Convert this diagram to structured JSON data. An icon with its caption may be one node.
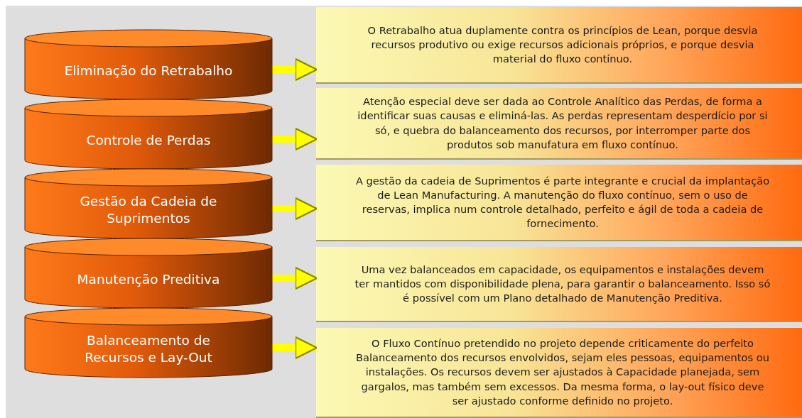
{
  "diagram": {
    "nodes": [
      {
        "text": [
          "Eliminação do Retrabalho"
        ]
      },
      {
        "text": [
          "Controle de Perdas"
        ]
      },
      {
        "text": [
          "Gestão da Cadeia de Suprimentos"
        ]
      },
      {
        "text": [
          "Manutenção Preditiva"
        ]
      },
      {
        "text": [
          "Balanceamento de Recursos e Lay-Out"
        ]
      },
      {
        "text": [
          "O Retrabalho atua duplamente contra os princípios de Lean, porque desvia recursos produtivo ou exige recursos adicionais próprios, e porque desvia material do fluxo contínuo."
        ]
      },
      {
        "text": [
          "Atenção especial deve ser dada ao Controle Analítico das Perdas, de forma a identificar suas causas e eliminá-las. As perdas representam desperdício por si só, e quebra do balanceamento dos recursos, por interromper parte dos produtos sob manufatura em fluxo contínuo."
        ]
      },
      {
        "text": [
          "A gestão da cadeia de Suprimentos é parte integrante e crucial da implantação de Lean Manufacturing. A manutenção do fluxo contínuo, sem o uso de reservas, implica num controle detalhado, perfeito e ágil de toda a cadeia de fornecimento."
        ]
      },
      {
        "text": [
          "Uma vez balanceados em capacidade, os equipamentos e instalações devem ter mantidos com disponibilidade plena, para garantir o balanceamento. Isso só é possível com um Plano detalhado de Manutenção Preditiva."
        ]
      },
      {
        "text": [
          "O Fluxo Contínuo pretendido no projeto depende criticamente do perfeito Balanceamento dos recursos envolvidos, sejam eles pessoas, equipamentos ou instalações. Os recursos devem ser ajustados à Capacidade planejada, sem gargalos, mas também sem excessos. Da mesma forma, o lay-out físico deve ser ajustado conforme definido no projeto."
        ]
      }
    ],
    "edges": [
      {
        "from": 0,
        "to": 5,
        "arrow": "to"
      },
      {
        "from": 1,
        "to": 6,
        "arrow": "to"
      },
      {
        "from": 2,
        "to": 7,
        "arrow": "to"
      },
      {
        "from": 3,
        "to": 8,
        "arrow": "to"
      },
      {
        "from": 4,
        "to": 9,
        "arrow": "to"
      }
    ]
  }
}
